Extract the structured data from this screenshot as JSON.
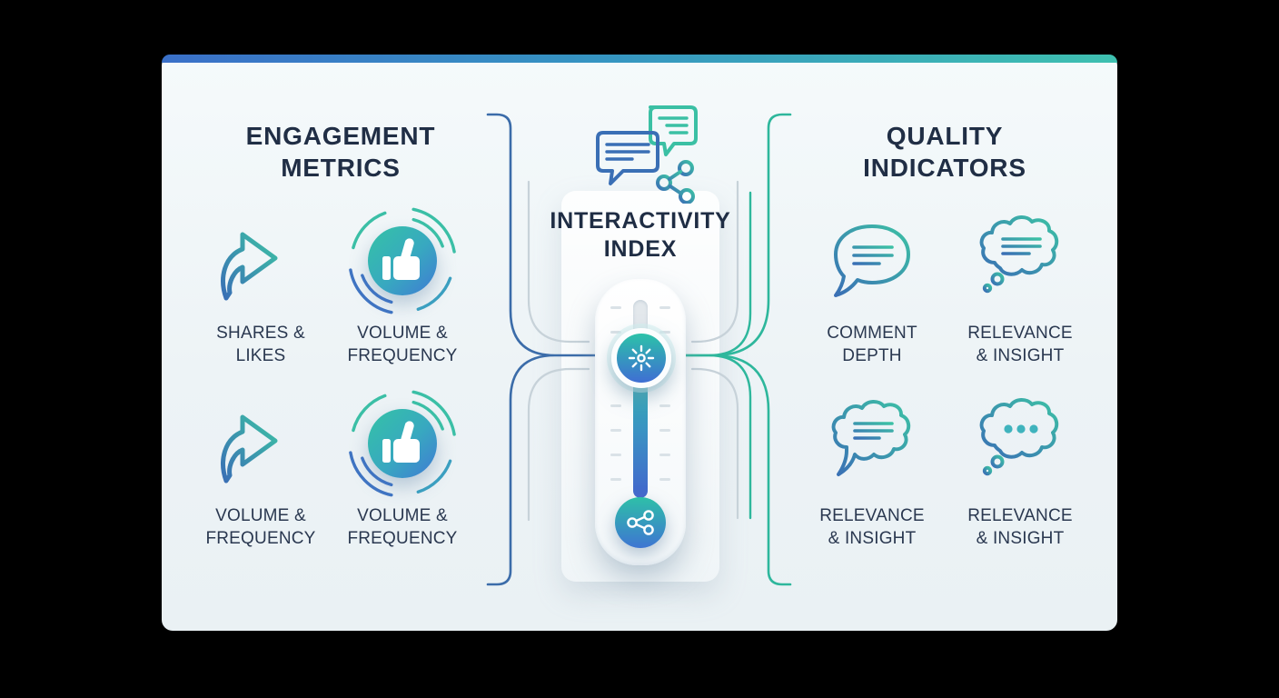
{
  "card": {
    "top_bar_colors": [
      "#3a70c8",
      "#3ec0b0"
    ],
    "background": "#eef3f6"
  },
  "left_panel": {
    "title": "ENGAGEMENT\nMETRICS",
    "items": [
      {
        "icon": "share-arrow",
        "label": "SHARES &\nLIKES"
      },
      {
        "icon": "thumbs-up-badge",
        "label": "VOLUME &\nFREQUENCY"
      },
      {
        "icon": "share-arrow",
        "label": "VOLUME &\nFREQUENCY"
      },
      {
        "icon": "thumbs-up-badge",
        "label": "VOLUME &\nFREQUENCY"
      }
    ]
  },
  "center": {
    "title": "INTERACTIVITY\nINDEX",
    "icon": "chat-bubbles-network",
    "slider": {
      "knob_icon": "sparkle",
      "bottom_icon": "share-nodes"
    }
  },
  "right_panel": {
    "title": "QUALITY\nINDICATORS",
    "items": [
      {
        "icon": "speech-bubble-lines",
        "label": "COMMENT\nDEPTH"
      },
      {
        "icon": "thought-cloud-lines",
        "label": "RELEVANCE\n& INSIGHT"
      },
      {
        "icon": "cloud-speech-lines",
        "label": "RELEVANCE\n& INSIGHT"
      },
      {
        "icon": "thought-cloud-dots",
        "label": "RELEVANCE\n& INSIGHT"
      }
    ]
  },
  "palette": {
    "heading_text": "#202e45",
    "label_text": "#2a3850",
    "line_blue": "#3b6ca9",
    "line_teal": "#2eb79c",
    "icon_teal": "#3cc1a5",
    "icon_blue": "#3a6fb5",
    "badge_gradient": [
      "#34c3a6",
      "#3f7ad4"
    ]
  }
}
